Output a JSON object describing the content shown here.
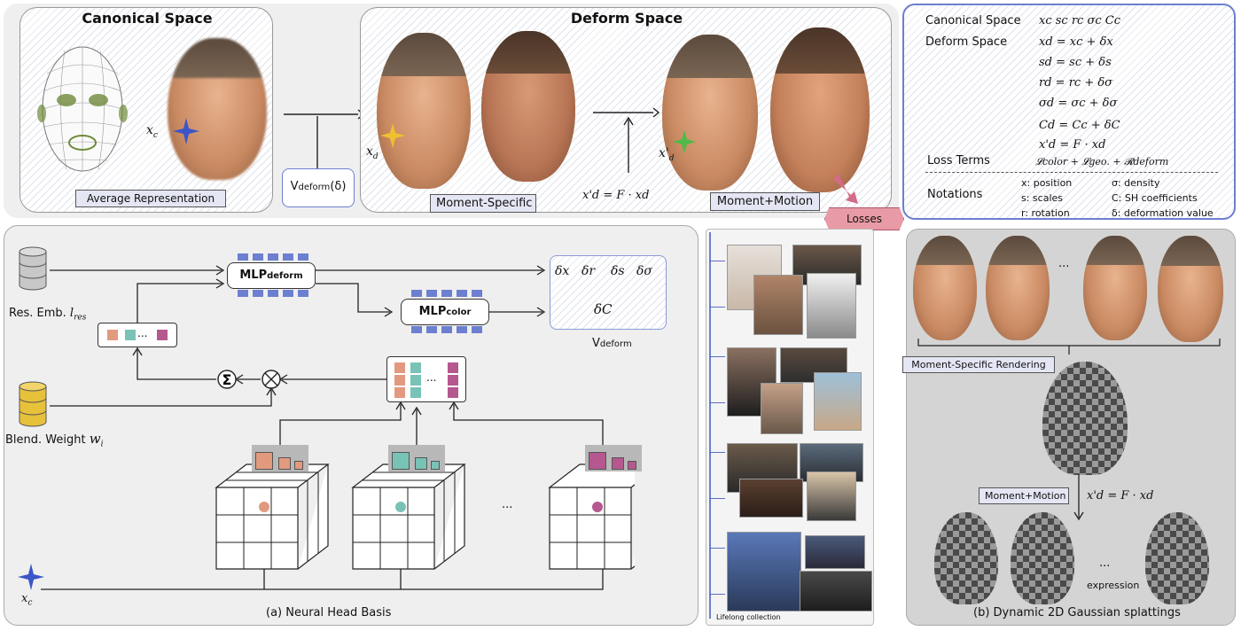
{
  "canonical": {
    "title": "Canonical Space",
    "xc_label": "x",
    "xc_sub": "c",
    "avg_label": "Average Representation"
  },
  "vdeform_box": {
    "label_main": "V",
    "label_sub": "deform",
    "label_tail": "(δ)"
  },
  "deform": {
    "title": "Deform Space",
    "xd_label": "x",
    "xd_sub": "d",
    "xd2_label": "x'",
    "xd2_sub": "d",
    "eq": "x'd = F · xd",
    "moment_specific": "Moment-Specific",
    "moment_motion": "Moment+Motion"
  },
  "equations": {
    "canonical_label": "Canonical Space",
    "canonical_vars": "xc sc rc σc Cc",
    "deform_label": "Deform Space",
    "lines": [
      "xd = xc + δx",
      "sd = sc + δs",
      "rd = rc + δσ",
      "σd = σc + δσ",
      "Cd = Cc + δC",
      "x'd = F · xd"
    ],
    "loss_label": "Loss Terms",
    "loss_expr": "𝓛color + 𝓛geo. + 𝓡deform",
    "notations_label": "Notations",
    "notations": [
      "x: position",
      "σ: density",
      "s: scales",
      "C: SH coefficients",
      "r: rotation",
      "δ: deformation value"
    ]
  },
  "losses": "Losses",
  "neural": {
    "res_emb": "Res. Emb.",
    "res_emb_sym": "l",
    "res_emb_sub": "res",
    "blend": "Blend. Weight",
    "blend_sym": "w",
    "blend_sub": "i",
    "mlp_deform_main": "MLP",
    "mlp_deform_sub": "deform",
    "mlp_color_main": "MLP",
    "mlp_color_sub": "color",
    "deltas": [
      "δx",
      "δr",
      "δs",
      "δσ"
    ],
    "delta_c": "δC",
    "vdeform_main": "V",
    "vdeform_sub": "deform",
    "ellipsis": "...",
    "xc_label": "x",
    "xc_sub": "c",
    "caption": "(a) Neural Head Basis"
  },
  "timeline": {
    "caption": "Lifelong collection"
  },
  "gaussian": {
    "ellipsis": "...",
    "moment_specific": "Moment-Specific Rendering",
    "moment_motion": "Moment+Motion",
    "eq": "x'd = F · xd",
    "expression": "expression",
    "caption": "(b) Dynamic 2D Gaussian splattings"
  },
  "colors": {
    "accent": "#6c7fd0",
    "cube_orange": "#e29a7e",
    "cube_teal": "#79c2b6",
    "cube_purple": "#b5588f",
    "db_gold": "#e8c13a",
    "db_gray": "#c8c8c8",
    "arrow_pink": "#d36a88"
  }
}
